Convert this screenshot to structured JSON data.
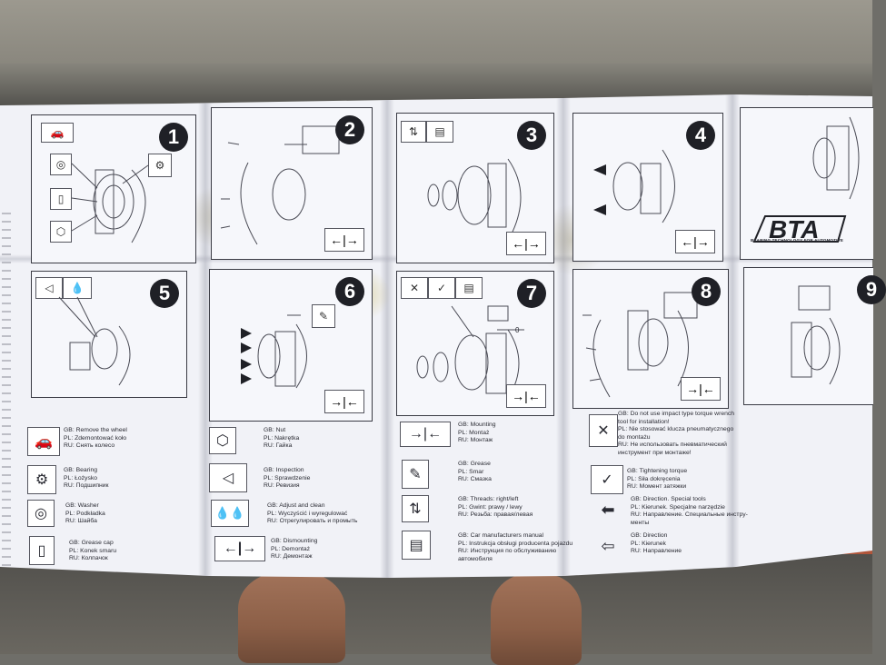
{
  "photo": {
    "subject": "",
    "colors": {
      "ground": "#4a4946",
      "paper": "#f1f2f7",
      "ink": "#1f2026"
    }
  },
  "steps": [
    {
      "number": "1"
    },
    {
      "number": "2"
    },
    {
      "number": "3"
    },
    {
      "number": "4"
    },
    {
      "number": "5"
    },
    {
      "number": "6"
    },
    {
      "number": "7"
    },
    {
      "number": "8"
    },
    {
      "number": "9"
    }
  ],
  "step7_dimension": "0",
  "brand": {
    "logo_text": "BTA",
    "tagline": "BEARING TECHNOLOGY FOR AUTOMOTIVE"
  },
  "legend": {
    "col1": [
      {
        "gb": "GB: Remove the wheel",
        "pl": "PL: Zdemontować koło",
        "ru": "RU: Снять колесо",
        "icon": "car-wheel-icon"
      },
      {
        "gb": "GB: Bearing",
        "pl": "PL: Łożysko",
        "ru": "RU: Подшипник",
        "icon": "bearing-icon"
      },
      {
        "gb": "GB: Washer",
        "pl": "PL: Podkładka",
        "ru": "RU: Шайба",
        "icon": "washer-icon"
      },
      {
        "gb": "GB: Grease cap",
        "pl": "PL: Konek smaru",
        "ru": "RU: Колпачок",
        "icon": "grease-cap-icon"
      }
    ],
    "col2": [
      {
        "gb": "GB: Nut",
        "pl": "PL: Nakrętka",
        "ru": "RU: Гайка",
        "icon": "nut-icon"
      },
      {
        "gb": "GB: Inspection",
        "pl": "PL: Sprawdzenie",
        "ru": "RU: Ревизия",
        "icon": "eye-icon"
      },
      {
        "gb": "GB: Adjust and clean",
        "pl": "PL: Wyczyścić i wyregulować",
        "ru": "RU: Отрегулировать и промыть",
        "icon": "drops-icon"
      },
      {
        "gb": "GB: Dismounting",
        "pl": "PL: Demontaż",
        "ru": "RU: Демонтаж",
        "icon": "dismount-arrows-icon"
      }
    ],
    "col3": [
      {
        "gb": "GB: Mounting",
        "pl": "PL: Montaż",
        "ru": "RU: Монтаж",
        "icon": "mount-arrows-icon"
      },
      {
        "gb": "GB: Grease",
        "pl": "PL: Smar",
        "ru": "RU: Смазка",
        "icon": "grease-tube-icon"
      },
      {
        "gb": "GB: Threads: right/left",
        "pl": "PL: Gwint: prawy / lewy",
        "ru": "RU: Резьба: правая/левая",
        "icon": "thread-direction-icon"
      },
      {
        "gb": "GB: Car manufacturers manual",
        "pl": "PL: Instrukcja obsługi producenta pojazdu",
        "ru": "RU: Инструкция по обслуживанию",
        "ru2": "автомобиля",
        "icon": "manual-book-icon"
      }
    ],
    "col4": [
      {
        "gb": "GB: Do not use impact type torque wrench",
        "gb2": "tool for installation!",
        "pl": "PL: Nie stosować klucza pneumatycznego",
        "pl2": "do montażu",
        "ru": "RU: Не использовать пневматический",
        "ru2": "инструмент при монтаже!",
        "icon": "no-impact-wrench-icon"
      },
      {
        "gb": "GB: Tightening torque",
        "pl": "PL: Siła dokręcenia",
        "ru": "RU: Момент затяжки",
        "icon": "torque-wrench-icon"
      },
      {
        "gb": "GB: Direction. Special tools",
        "pl": "PL: Kierunek. Specjalne narzędzie",
        "ru": "RU: Направление. Специальные инстру-",
        "ru2": "менты",
        "icon": "filled-arrow-left-icon"
      },
      {
        "gb": "GB: Direction",
        "pl": "PL: Kierunek",
        "ru": "RU: Направление",
        "icon": "outline-arrow-left-icon"
      }
    ]
  }
}
